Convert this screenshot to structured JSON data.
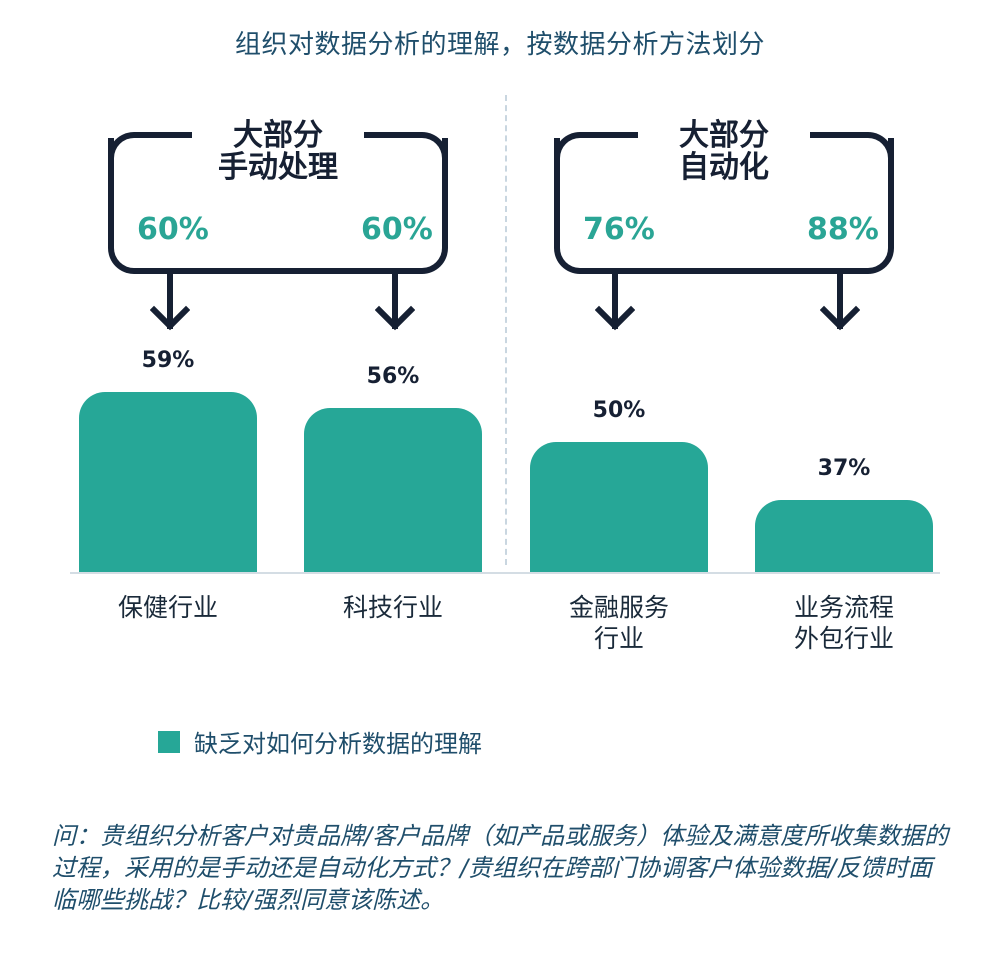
{
  "title": "组织对数据分析的理解，按数据分析方法划分",
  "groups": [
    {
      "label_line1": "大部分",
      "label_line2": "手动处理",
      "left_pct": "60%",
      "right_pct": "60%"
    },
    {
      "label_line1": "大部分",
      "label_line2": "自动化",
      "left_pct": "76%",
      "right_pct": "88%"
    }
  ],
  "colors": {
    "bar": "#26a797",
    "pct": "#2aa595",
    "dark": "#162033",
    "title": "#1f4e6b"
  },
  "chart_data": {
    "type": "bar",
    "title": "组织对数据分析的理解，按数据分析方法划分",
    "categories": [
      "保健行业",
      "科技行业",
      "金融服务行业",
      "业务流程外包行业"
    ],
    "series": [
      {
        "name": "缺乏对如何分析数据的理解",
        "values": [
          59,
          56,
          50,
          37
        ]
      }
    ],
    "group_annotations": [
      {
        "group": "大部分手动处理",
        "categories": [
          "保健行业",
          "科技行业"
        ],
        "values": [
          60,
          60
        ]
      },
      {
        "group": "大部分自动化",
        "categories": [
          "金融服务行业",
          "业务流程外包行业"
        ],
        "values": [
          76,
          88
        ]
      }
    ],
    "xlabel": "",
    "ylabel": "",
    "grid": false,
    "legend_position": "bottom-left"
  },
  "bars": [
    {
      "label": "59%",
      "cat1": "保健行业",
      "cat2": ""
    },
    {
      "label": "56%",
      "cat1": "科技行业",
      "cat2": ""
    },
    {
      "label": "50%",
      "cat1": "金融服务",
      "cat2": "行业"
    },
    {
      "label": "37%",
      "cat1": "业务流程",
      "cat2": "外包行业"
    }
  ],
  "legend": {
    "label": "缺乏对如何分析数据的理解"
  },
  "note": "问：贵组织分析客户对贵品牌/客户品牌（如产品或服务）体验及满意度所收集数据的过程，采用的是手动还是自动化方式？/贵组织在跨部门协调客户体验数据/反馈时面临哪些挑战？比较/强烈同意该陈述。"
}
